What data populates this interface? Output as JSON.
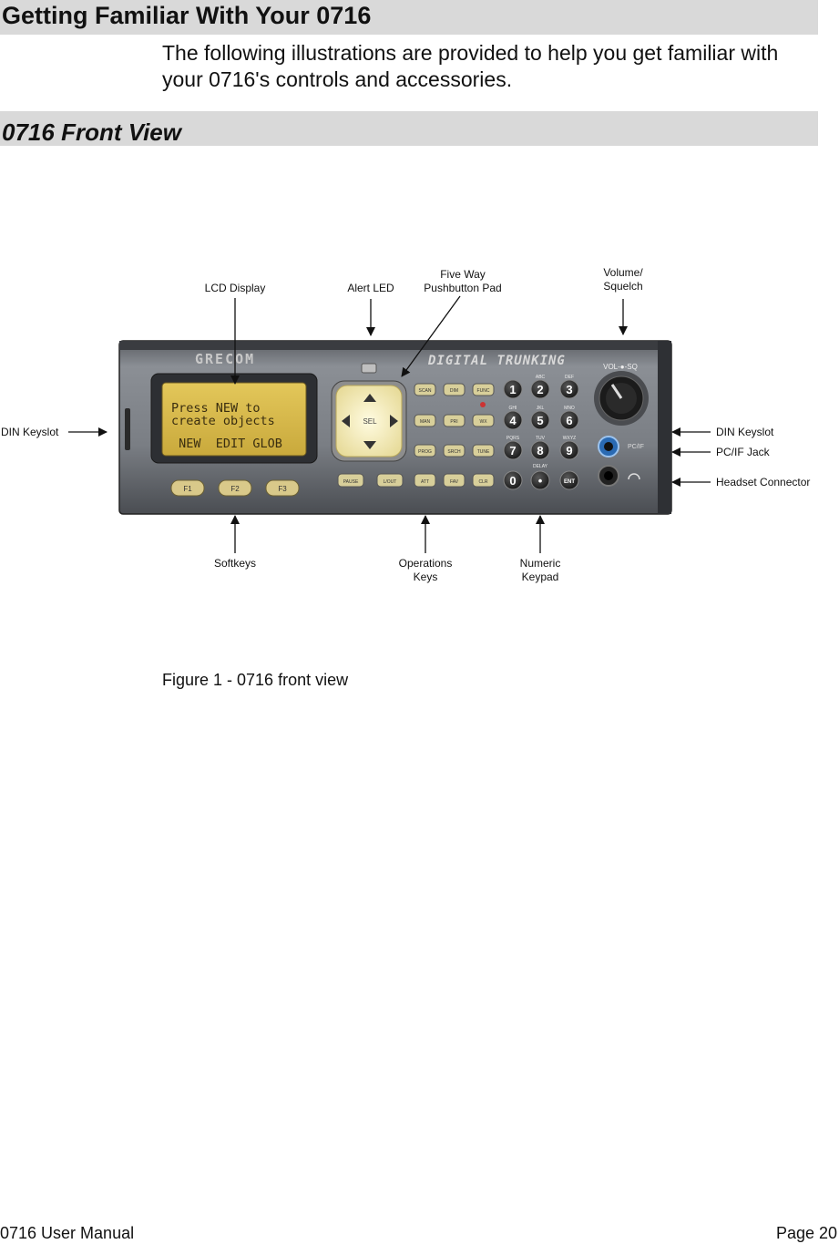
{
  "header": {
    "title": "Getting Familiar With Your 0716"
  },
  "intro": {
    "text": "The following illustrations are provided to help you get familiar with your 0716's controls and accessories."
  },
  "section": {
    "title": "0716 Front View"
  },
  "figure": {
    "brand": "GRECOM",
    "badge": "DIGITAL TRUNKING",
    "lcd_lines": [
      "Press NEW to",
      "create objects",
      " NEW  EDIT GLOB"
    ],
    "pad_center": "SEL",
    "softkeys": [
      "F1",
      "F2",
      "F3"
    ],
    "op_keys": [
      "SCAN",
      "DIM",
      "FUNC",
      "MAN",
      "PRI",
      "WX",
      "PROG",
      "SRCH",
      "TUNE",
      "PAUSE",
      "L/OUT",
      "ATT",
      "FAV",
      "CLR"
    ],
    "numeric_keys": [
      "1",
      "2",
      "3",
      "4",
      "5",
      "6",
      "7",
      "8",
      "9",
      "0",
      "•",
      "ENT"
    ],
    "key_letters": [
      "ABC",
      "DEF",
      "GHI",
      "JKL",
      "MNO",
      "PQRS",
      "TUV",
      "WXYZ",
      "DELAY"
    ],
    "vol_label": "VOL-●-SQ",
    "pcif_label": "PC/IF",
    "callouts": {
      "lcd_display": "LCD Display",
      "alert_led": "Alert LED",
      "five_way": "Five Way\nPushbutton Pad",
      "volume": "Volume/\nSquelch",
      "din_left": "DIN Keyslot",
      "din_right": "DIN Keyslot",
      "pcif_jack": "PC/IF Jack",
      "headset": "Headset Connector",
      "softkeys": "Softkeys",
      "operations": "Operations\nKeys",
      "numeric": "Numeric\nKeypad"
    },
    "caption": "Figure 1 - 0716 front view"
  },
  "footer": {
    "left": "0716 User Manual",
    "right": "Page 20"
  }
}
